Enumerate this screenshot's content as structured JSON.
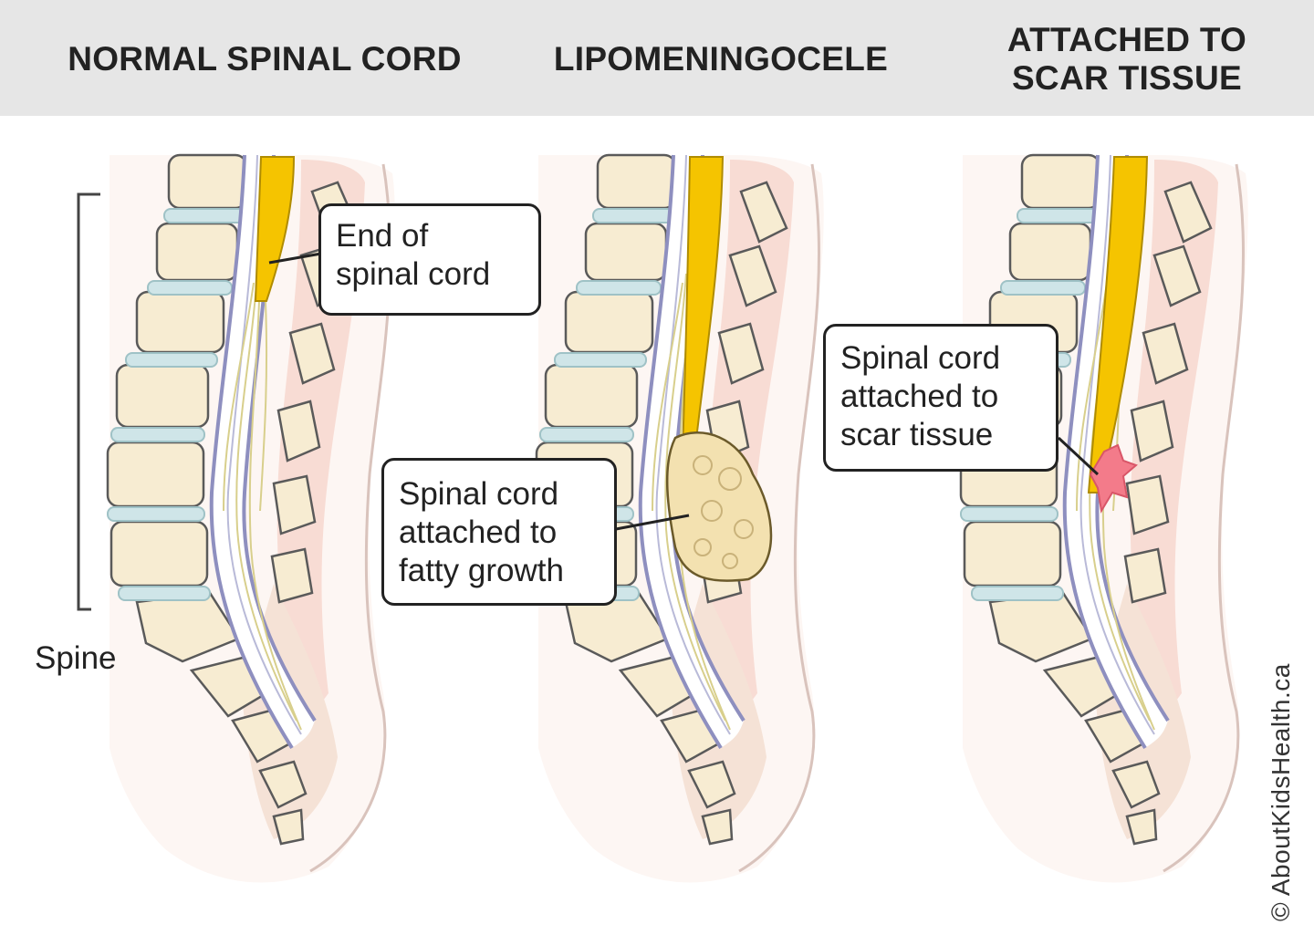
{
  "titles": [
    {
      "lines": [
        "NORMAL SPINAL CORD"
      ]
    },
    {
      "lines": [
        "LIPOMENINGOCELE"
      ]
    },
    {
      "lines": [
        "ATTACHED TO",
        "SCAR TISSUE"
      ]
    }
  ],
  "callouts": {
    "end_of_cord": [
      "End of",
      "spinal cord"
    ],
    "fatty_growth": [
      "Spinal cord",
      "attached to",
      "fatty growth"
    ],
    "scar_tissue": [
      "Spinal cord",
      "attached to",
      "scar tissue"
    ]
  },
  "spine_label": "Spine",
  "credit": "© AboutKidsHealth.ca",
  "colors": {
    "header_bg": "#e6e6e6",
    "vertebra_fill": "#f7ecd2",
    "vertebra_stroke": "#5a5a5a",
    "disc_fill": "#cfe5e8",
    "cord_fill": "#f5c400",
    "canal_stroke": "#8e8fbf",
    "soft_tissue": "#f8dcd4",
    "fat_fill": "#f3e1b0",
    "scar_fill": "#f37b8a"
  }
}
